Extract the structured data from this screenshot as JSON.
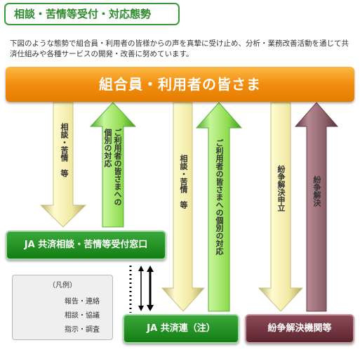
{
  "title": "相談・苦情等受付・対応態勢",
  "intro": "下図のような態勢で組合員・利用者の皆様からの声を真摯に受け止め、分析・業務改善活動を通じて共済仕組みや各種サービスの開発・改善に努めています。",
  "banner": "組合員・利用者の皆さま",
  "arrows": {
    "a1": "相談・苦情　等",
    "a2": "ご利用者の皆さまへの個別の対応",
    "a3": "相談・苦情　等",
    "a4": "ご利用者の皆さまへの個別の対応",
    "a5": "紛争解決申立",
    "a6": "紛争解決"
  },
  "boxes": {
    "window": "JA 共済相談・苦情等受付窓口",
    "kyosairen": "JA 共済連（注）",
    "dispute": "紛争解決機関等"
  },
  "legend": {
    "title": "（凡例）",
    "items": [
      "報告・連絡",
      "相談・協議",
      "指示・調査"
    ]
  },
  "colors": {
    "banner": "#f28d0f",
    "box_green": "#1c8a1c",
    "box_maroon": "#6b2f3a",
    "arrow_yellow": "#f4eca4",
    "arrow_green": "#7ad63a",
    "arrow_maroon": "#8a5c66"
  }
}
